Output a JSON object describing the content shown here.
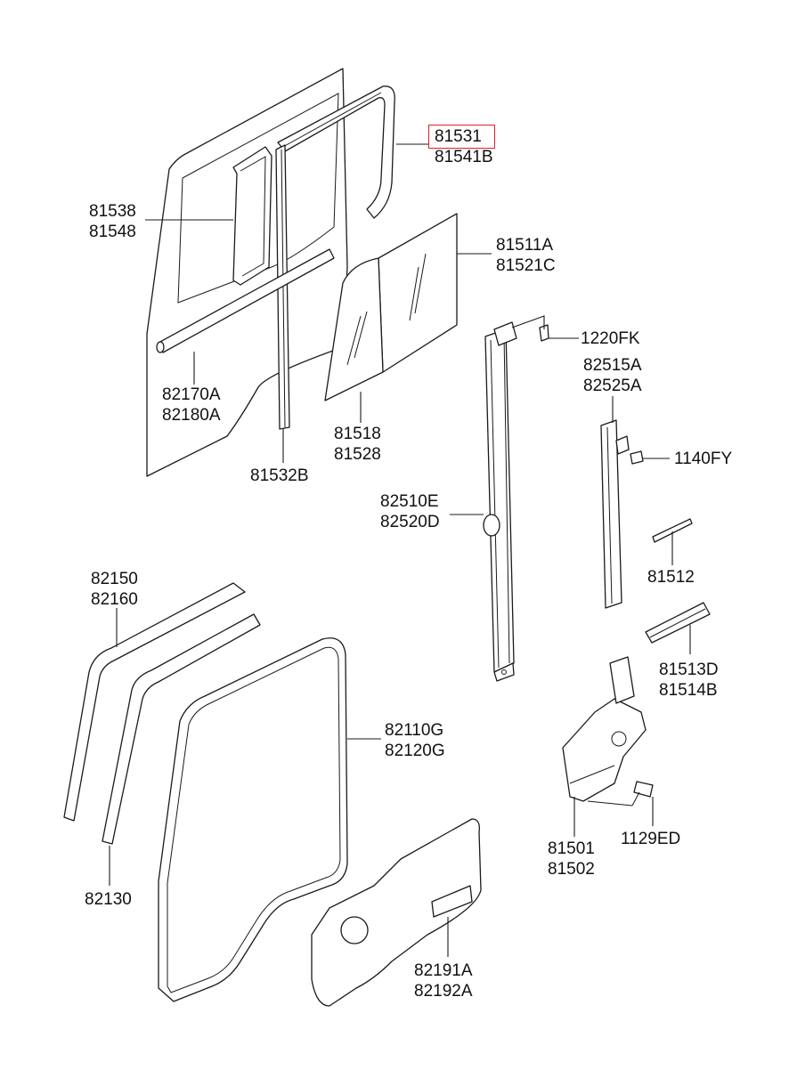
{
  "highlight_color": "#e0202a",
  "labels": {
    "p81531": "81531",
    "p81541b": "81541B",
    "p81538": "81538",
    "p81548": "81548",
    "p81511a": "81511A",
    "p81521c": "81521C",
    "p1220fk": "1220FK",
    "p82515a": "82515A",
    "p82525a": "82525A",
    "p82170a": "82170A",
    "p82180a": "82180A",
    "p81518": "81518",
    "p81528": "81528",
    "p81532b": "81532B",
    "p1140fy": "1140FY",
    "p82510e": "82510E",
    "p82520d": "82520D",
    "p81512": "81512",
    "p82150": "82150",
    "p82160": "82160",
    "p81513d": "81513D",
    "p81514b": "81514B",
    "p82110g": "82110G",
    "p82120g": "82120G",
    "p81501": "81501",
    "p81502": "81502",
    "p1129ed": "1129ED",
    "p82130": "82130",
    "p82191a": "82191A",
    "p82192a": "82192A"
  }
}
